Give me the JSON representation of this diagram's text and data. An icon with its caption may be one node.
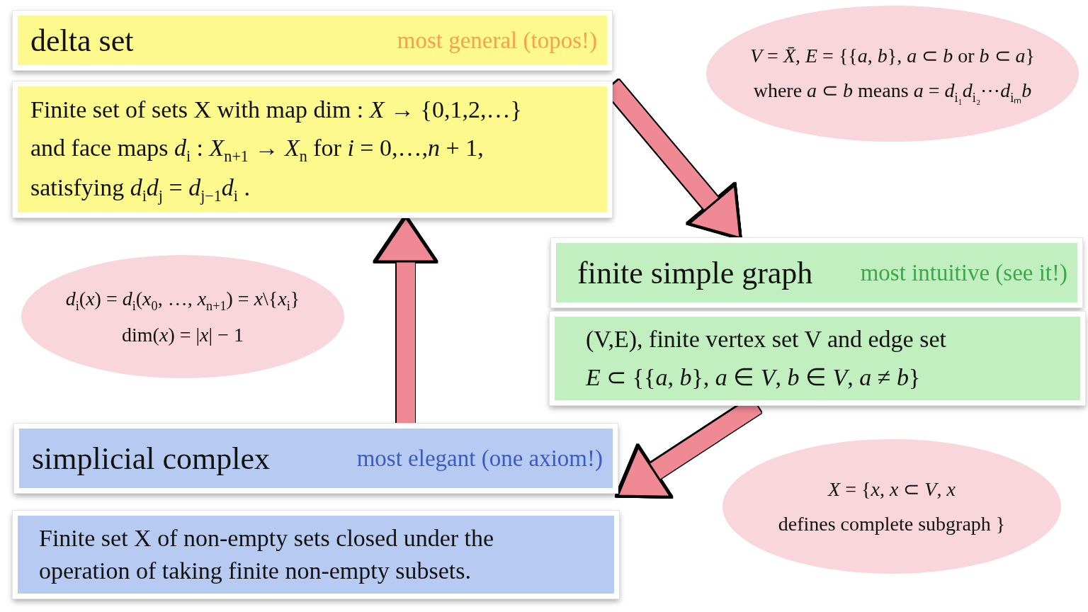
{
  "diagram": {
    "nodes": [
      {
        "text": [
          "delta set",
          "most general (topos!)"
        ]
      },
      {
        "text": [
          "Finite set of sets X with map dim : *X* → {0,1,2,…}",
          "and face maps *d*$_{i}$ : *X*$_{n+1}$ → *X*$_{n}$ for *i* = 0,…,*n* + 1,",
          "satisfying  *d*$_{i}$*d*$_{j}$ = *d*$_{j−1}$*d*$_{i}$ ."
        ]
      },
      {
        "text": [
          "*V* = *X̄*, *E* = {{*a*, *b*}, *a* ⊂ *b* or *b* ⊂ *a*}",
          "where *a* ⊂ *b* means *a* = *d*$_{i₁}$*d*$_{i₂}$⋯*d*$_{iₘ}$*b*"
        ]
      },
      {
        "text": [
          "finite simple graph",
          "most intuitive (see it!)"
        ]
      },
      {
        "text": [
          "(V,E), finite vertex set V and edge set",
          "*E* ⊂ {{*a*, *b*}, *a* ∈ *V*, *b* ∈ *V*, *a* ≠ *b*}"
        ]
      },
      {
        "text": [
          "*d*$_{i}$(*x*) = *d*$_{i}$(*x*$_{0}$, …, *x*$_{n+1}$) = *x*\\{*x*$_{i}$}",
          "dim(*x*) = |*x*| − 1"
        ]
      },
      {
        "text": [
          "simplicial complex",
          "most elegant (one axiom!)"
        ]
      },
      {
        "text": [
          "Finite set X of non-empty sets closed under the operation of taking finite non-empty subsets."
        ]
      },
      {
        "text": [
          "*X* = {*x*, *x* ⊂ *V*, *x*",
          "defines complete subgraph }"
        ]
      }
    ],
    "edges": [
      {
        "from": 1,
        "to": 3,
        "arrow": "to"
      },
      {
        "from": 6,
        "to": 1,
        "arrow": "to"
      },
      {
        "from": 4,
        "to": 6,
        "arrow": "to"
      }
    ]
  }
}
